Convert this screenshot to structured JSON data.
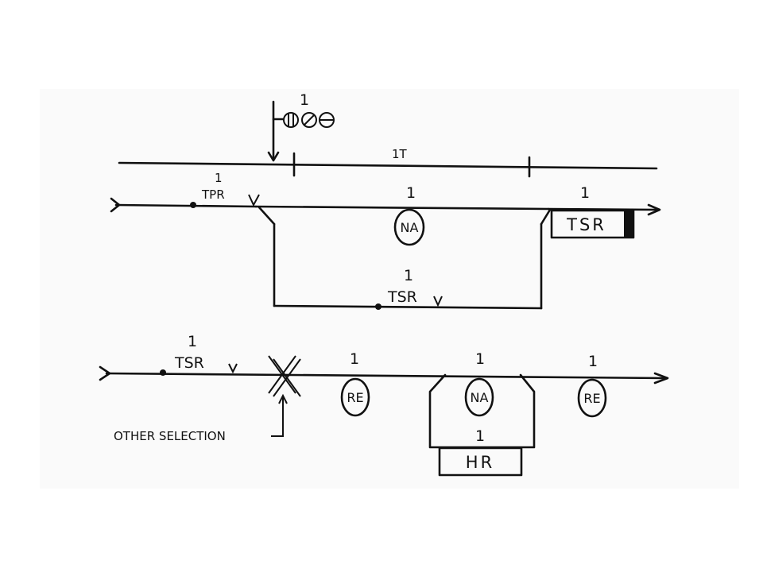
{
  "signal": {
    "number": "1"
  },
  "track": {
    "label": "1T"
  },
  "circuit1": {
    "tpr": {
      "number": "1",
      "label": "TPR"
    },
    "na": {
      "number": "1",
      "label": "NA"
    },
    "tsr_box": {
      "number": "1",
      "label": "TSR"
    },
    "tsr_contact": {
      "number": "1",
      "label": "TSR"
    }
  },
  "circuit2": {
    "tsr_contact": {
      "number": "1",
      "label": "TSR"
    },
    "re_left": {
      "number": "1",
      "label": "RE"
    },
    "na": {
      "number": "1",
      "label": "NA"
    },
    "re_right": {
      "number": "1",
      "label": "RE"
    },
    "hr_box": {
      "number": "1",
      "label": "HR"
    },
    "other_selection": "OTHER SELECTION"
  }
}
